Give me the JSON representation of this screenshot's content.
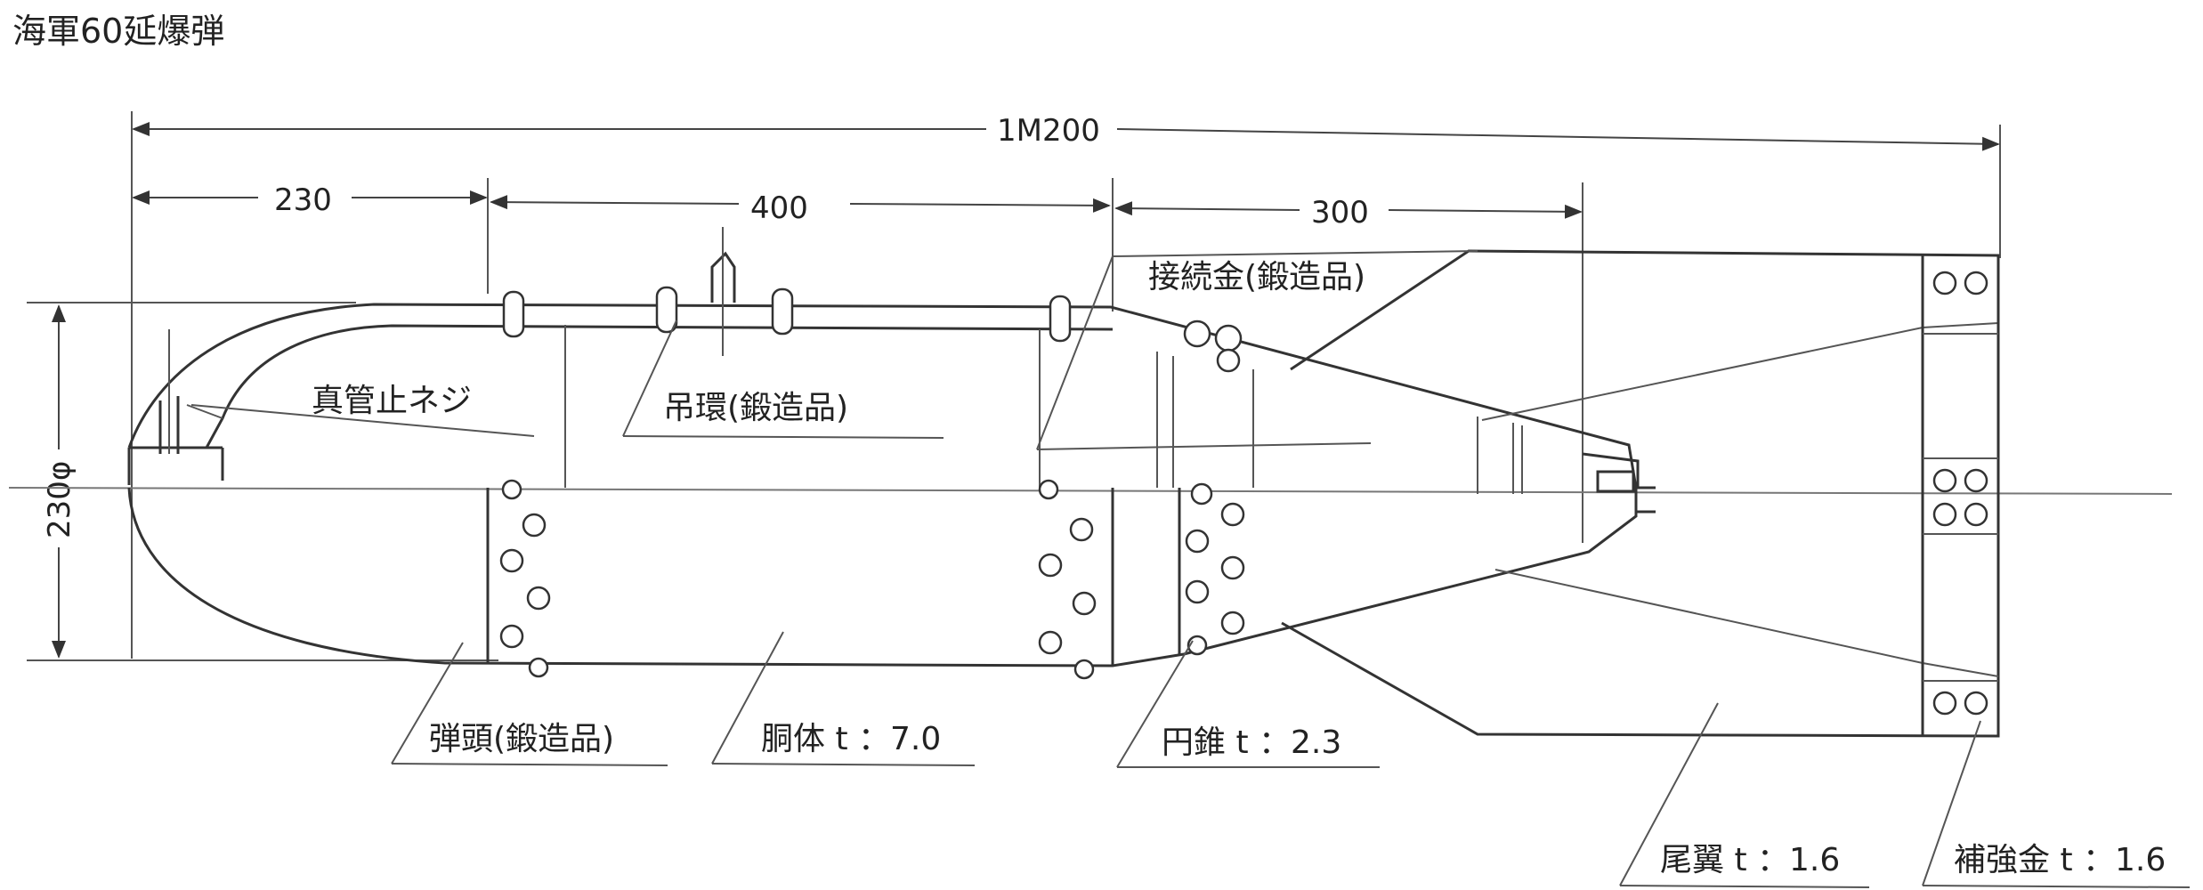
{
  "title": "海軍60延爆弾",
  "dimensions": {
    "overall_length": "1M200",
    "nose_length": "230",
    "body_length": "400",
    "tail_length": "300",
    "diameter": "230φ"
  },
  "labels": {
    "fuze_screw": "真管止ネジ",
    "suspension_lug": "吊環(鍛造品)",
    "connector": "接続金(鍛造品)",
    "warhead_nose": "弾頭(鍛造品)",
    "body": "胴体 t ：7.0",
    "cone": "円錐 t ：2.3",
    "tail_fin": "尾翼 t ：1.6",
    "reinforcement": "補強金 t ：1.6"
  }
}
